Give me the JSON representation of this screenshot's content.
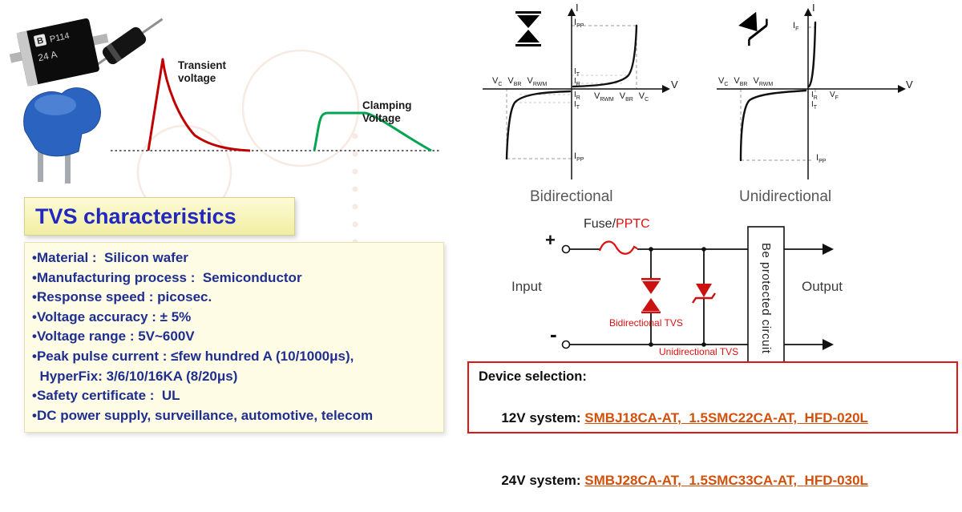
{
  "colors": {
    "title_blue": "#2127c0",
    "bullet_navy": "#1e2f8f",
    "transient_red": "#c00000",
    "clamping_green": "#00a550",
    "circuit_red": "#e01010",
    "part_number_orange": "#d2500a"
  },
  "products": {
    "smd_logo": "B",
    "smd_marking_line1": "P114",
    "smd_marking_line2": "24 A"
  },
  "waveforms": {
    "transient_line1": "Transient",
    "transient_line2": "voltage",
    "clamping_line1": "Clamping",
    "clamping_line2": "Voltage"
  },
  "panel": {
    "title": "TVS characteristics",
    "bullets": [
      "•Material :  Silicon wafer",
      "•Manufacturing process :  Semiconductor",
      "•Response speed : picosec.",
      "•Voltage accuracy : ± 5%",
      "•Voltage range : 5V~600V",
      "•Peak pulse current : ≤few hundred A (10/1000μs),",
      "  HyperFix: 3/6/10/16KA (8/20μs)",
      "•Safety certificate :  UL",
      "•DC power supply, surveillance, automotive, telecom"
    ]
  },
  "graphs": {
    "caption_bidirectional": "Bidirectional",
    "caption_unidirectional": "Unidirectional",
    "bidirectional": {
      "axis_current": "I",
      "axis_voltage": "V",
      "ipp_top": [
        {
          "m": "I",
          "s": "PP"
        }
      ],
      "it_upper": [
        {
          "m": "I",
          "s": "T"
        }
      ],
      "ir_upper": [
        {
          "m": "I",
          "s": "R"
        }
      ],
      "x_labels_left": [
        {
          "m": "V",
          "s": "C"
        },
        {
          "m": "V",
          "s": "BR"
        },
        {
          "m": "V",
          "s": "RWM"
        }
      ],
      "x_labels_right": [
        {
          "m": "V",
          "s": "RWM"
        },
        {
          "m": "V",
          "s": "BR"
        },
        {
          "m": "V",
          "s": "C"
        }
      ],
      "ir_lower": [
        {
          "m": "I",
          "s": "R"
        }
      ],
      "it_lower": [
        {
          "m": "I",
          "s": "T"
        }
      ],
      "ipp_bottom": [
        {
          "m": "I",
          "s": "PP"
        }
      ]
    },
    "unidirectional": {
      "axis_current": "I",
      "axis_voltage": "V",
      "if_top": [
        {
          "m": "I",
          "s": "F"
        }
      ],
      "x_labels_left": [
        {
          "m": "V",
          "s": "C"
        },
        {
          "m": "V",
          "s": "BR"
        },
        {
          "m": "V",
          "s": "RWM"
        }
      ],
      "ir_lower": [
        {
          "m": "I",
          "s": "R"
        }
      ],
      "vf_lower": [
        {
          "m": "V",
          "s": "F"
        }
      ],
      "it_lower": [
        {
          "m": "I",
          "s": "T"
        }
      ],
      "ipp_bottom": [
        {
          "m": "I",
          "s": "PP"
        }
      ]
    }
  },
  "circuit": {
    "fuse_label_part1": "Fuse/",
    "fuse_label_part2": "PPTC",
    "plus_terminal": "+",
    "minus_terminal": "-",
    "input_label": "Input",
    "output_label": "Output",
    "bidirectional_tvs_label": "Bidirectional TVS",
    "unidirectional_tvs_label": "Unidirectional TVS",
    "protected_box_label": "Be protected circuit"
  },
  "device_selection": {
    "heading": "Device selection:",
    "rows": [
      {
        "system": "12V system: ",
        "parts": "SMBJ18CA-AT,  1.5SMC22CA-AT,  HFD-020L"
      },
      {
        "system": "24V system: ",
        "parts": "SMBJ28CA-AT,  1.5SMC33CA-AT,  HFD-030L"
      }
    ]
  }
}
